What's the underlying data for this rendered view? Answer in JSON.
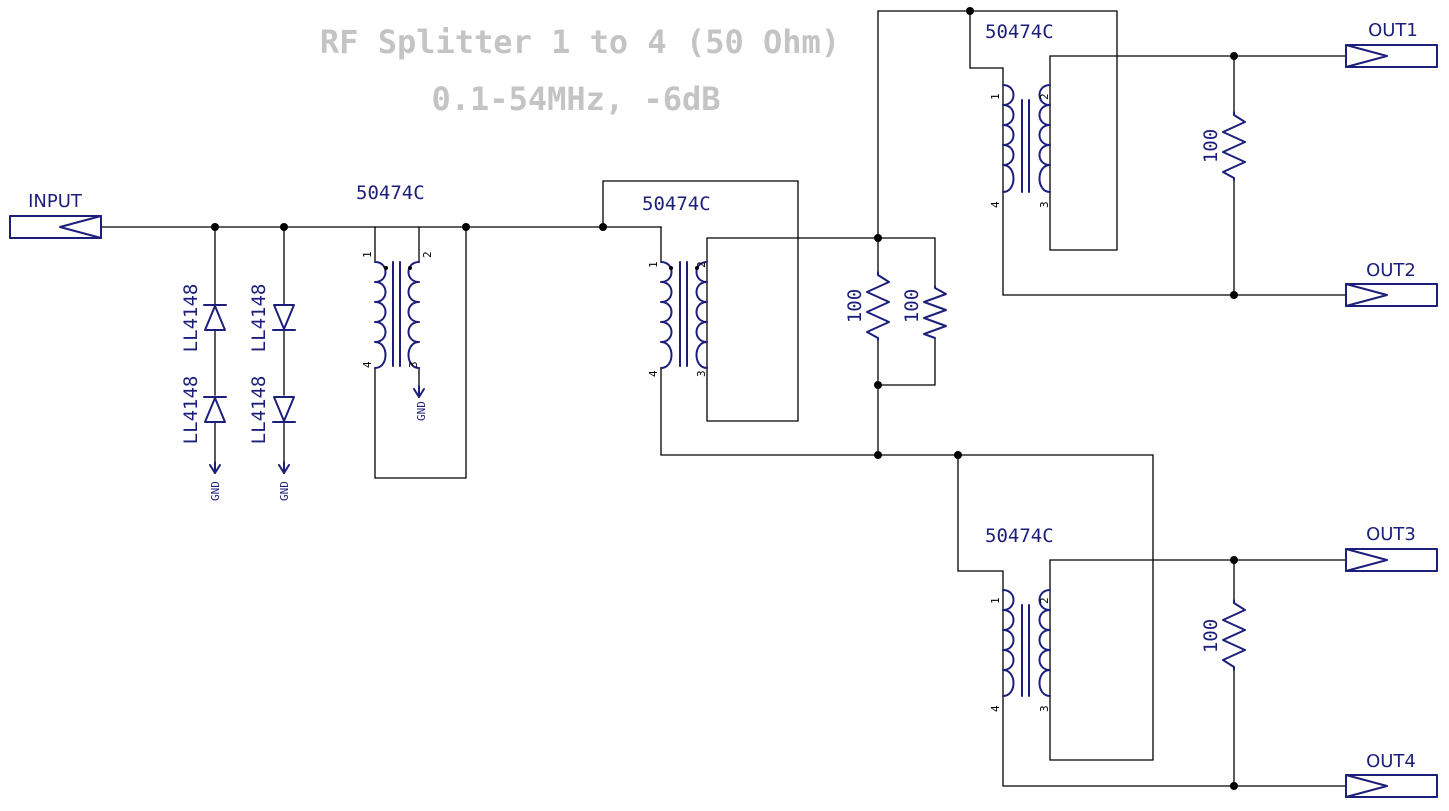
{
  "title": {
    "line1": "RF Splitter 1 to 4 (50 Ohm)",
    "line2": "0.1-54MHz, -6dB"
  },
  "ports": {
    "input": "INPUT",
    "out1": "OUT1",
    "out2": "OUT2",
    "out3": "OUT3",
    "out4": "OUT4"
  },
  "diodes": {
    "d1": "LL4148",
    "d2": "LL4148",
    "d3": "LL4148",
    "d4": "LL4148"
  },
  "ground_label": "GND",
  "transformers": {
    "t1": "50474C",
    "t2": "50474C",
    "t3": "50474C",
    "t4": "50474C"
  },
  "transformer_pins": [
    "1",
    "2",
    "3",
    "4"
  ],
  "resistors": {
    "r1": "100",
    "r2": "100",
    "r3": "100",
    "r4": "100"
  },
  "colors": {
    "component": "#1c1f7a",
    "wire": "#000000",
    "title": "#c4c4c4"
  }
}
